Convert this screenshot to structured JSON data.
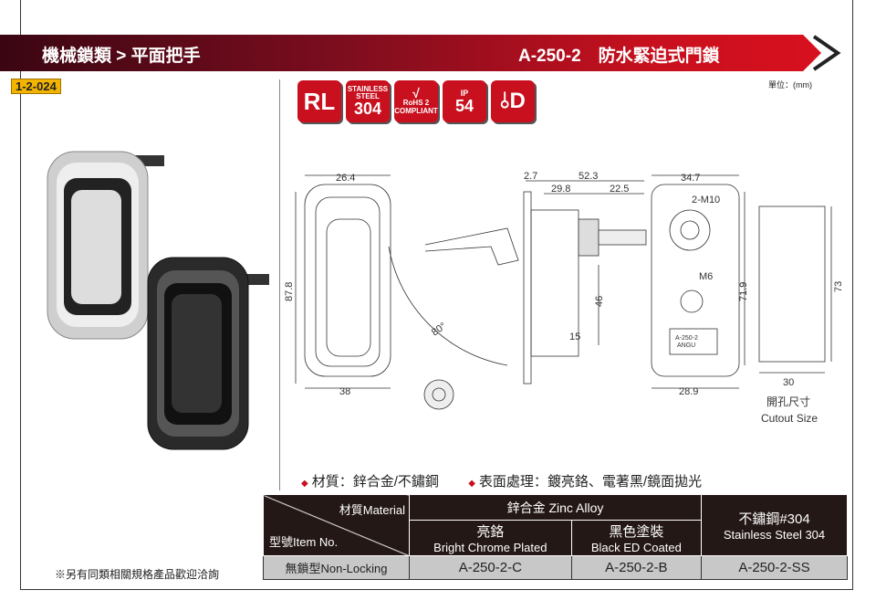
{
  "header": {
    "category": "機械鎖類 > 平面把手",
    "model_title": "A-250-2　防水緊迫式門鎖"
  },
  "page_code": "1-2-024",
  "unit": "單位：(mm)",
  "badges": [
    {
      "icon": "rl-badge",
      "text": "RL"
    },
    {
      "icon": "stainless-304-badge",
      "text": "STAINLESS STEEL 304"
    },
    {
      "icon": "rohs-badge",
      "text": "RoHS 2 COMPLIANT"
    },
    {
      "icon": "ip54-badge",
      "text": "IP 54"
    },
    {
      "icon": "clamp-badge",
      "text": ""
    }
  ],
  "drawing": {
    "d_26_4": "26.4",
    "d_87_8": "87.8",
    "d_38": "38",
    "d_80": "80°",
    "d_2_7": "2.7",
    "d_52_3": "52.3",
    "d_29_8": "29.8",
    "d_22_5": "22.5",
    "d_46": "46",
    "d_15": "15",
    "d_34_7": "34.7",
    "d_2m10": "2-M10",
    "d_m6": "M6",
    "d_71_9": "71.9",
    "d_28_9": "28.9",
    "d_73": "73",
    "d_30": "30",
    "plate1": "A-250-2",
    "plate2": "ANGU",
    "cutout_cn": "開孔尺寸",
    "cutout_en": "Cutout Size"
  },
  "materials": {
    "material": "材質：鋅合金/不鏽鋼",
    "finish": "表面處理：鍍亮鉻、電著黑/鏡面拋光"
  },
  "table": {
    "hdr_material": "材質Material",
    "hdr_item": "型號Item No.",
    "zinc": "鋅合金 Zinc Alloy",
    "chrome_cn": "亮鉻",
    "chrome_en": "Bright Chrome Plated",
    "black_cn": "黑色塗裝",
    "black_en": "Black ED Coated",
    "ss_cn": "不鏽鋼#304",
    "ss_en": "Stainless Steel 304",
    "row_label": "無鎖型Non-Locking",
    "c": "A-250-2-C",
    "b": "A-250-2-B",
    "ss": "A-250-2-SS"
  },
  "note": "※另有同類相關規格產品歡迎洽詢"
}
